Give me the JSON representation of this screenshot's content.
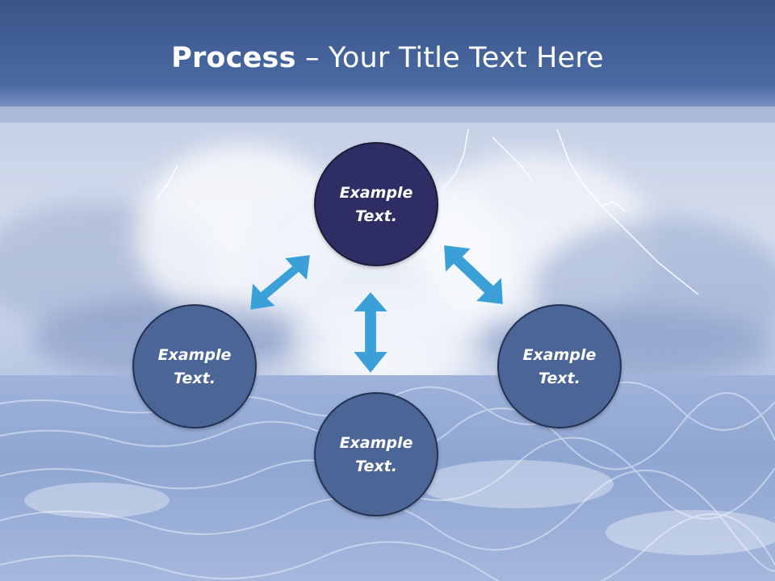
{
  "title": {
    "bold": "Process",
    "rest": " – Your Title Text Here"
  },
  "nodes": [
    {
      "id": "top",
      "text": "Example\nText."
    },
    {
      "id": "left",
      "text": "Example\nText."
    },
    {
      "id": "bottom",
      "text": "Example\nText."
    },
    {
      "id": "right",
      "text": "Example\nText."
    }
  ],
  "colors": {
    "header": "#3f5d92",
    "node_primary": "#2f2e64",
    "node_secondary": "#4b6597",
    "node_border": "#1f2d4a",
    "arrow": "#3b9fd8",
    "sky": "#cbd6ea",
    "sea": "#8aa3cf"
  }
}
